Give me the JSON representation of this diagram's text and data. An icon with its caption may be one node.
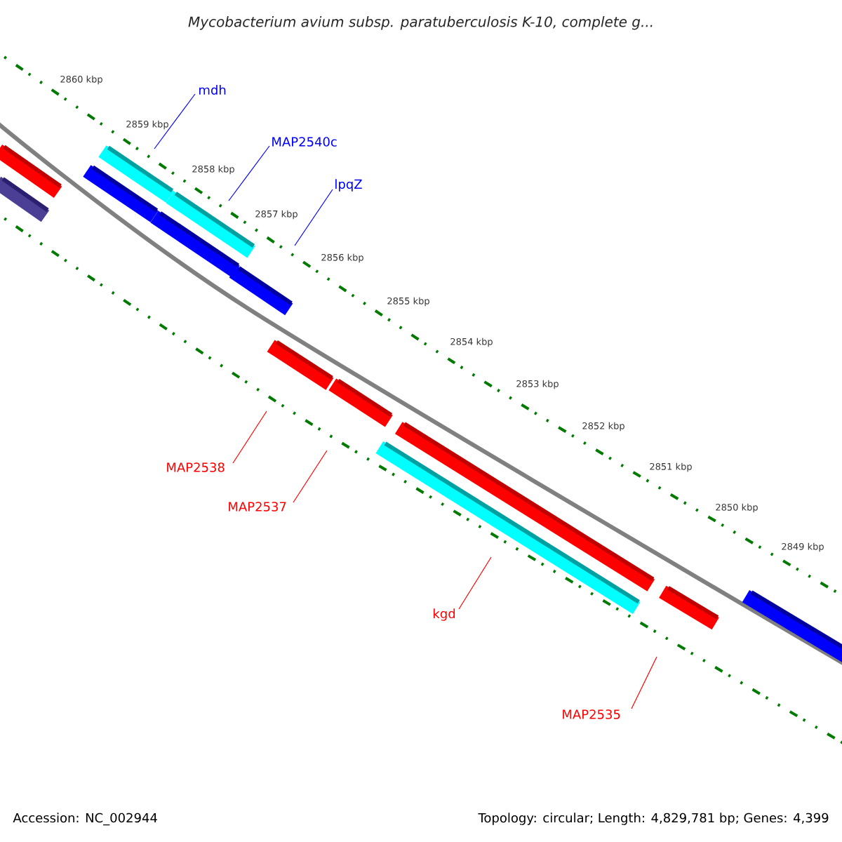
{
  "diagram": {
    "title": "Mycobacterium avium subsp. paratuberculosis K-10, complete g...",
    "nodes": [
      {
        "text": [
          "mdh"
        ]
      },
      {
        "text": [
          "MAP2540c"
        ]
      },
      {
        "text": [
          "lpqZ"
        ]
      },
      {
        "text": [
          "MAP2538"
        ]
      },
      {
        "text": [
          "MAP2537"
        ]
      },
      {
        "text": [
          "kgd"
        ]
      },
      {
        "text": [
          "MAP2535"
        ]
      }
    ],
    "edges": [
      {
        "from": 0,
        "to": null,
        "arrow": "none",
        "color": "#0000ff"
      },
      {
        "from": 1,
        "to": null,
        "arrow": "none",
        "color": "#0000ff"
      },
      {
        "from": 2,
        "to": null,
        "arrow": "none",
        "color": "#0000ff"
      },
      {
        "from": 3,
        "to": null,
        "arrow": "none"
      },
      {
        "from": 4,
        "to": null,
        "arrow": "none"
      },
      {
        "from": 5,
        "to": null,
        "arrow": "none"
      },
      {
        "from": 6,
        "to": null,
        "arrow": "none"
      }
    ],
    "labels": [
      "2860 kbp",
      "2859 kbp",
      "2858 kbp",
      "2857 kbp",
      "2856 kbp",
      "2855 kbp",
      "2854 kbp",
      "2853 kbp",
      "2852 kbp",
      "2851 kbp",
      "2850 kbp",
      "2849 kbp",
      "Accession: NC_002944",
      "Topology: circular; Length: 4,829,781 bp; Genes: 4,399"
    ]
  }
}
